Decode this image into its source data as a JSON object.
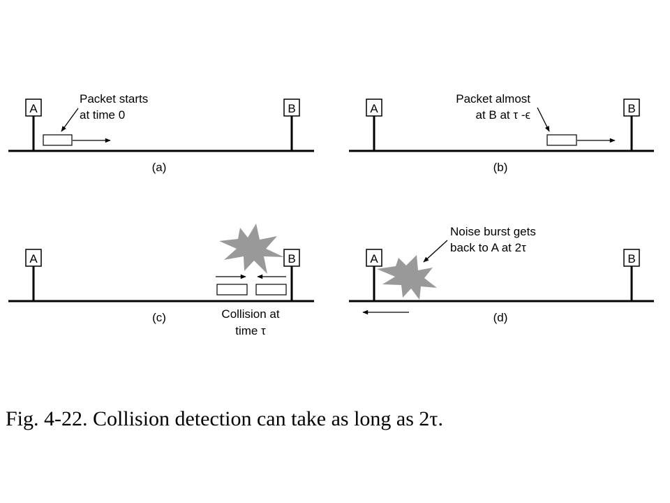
{
  "panels": {
    "a": {
      "station_a": "A",
      "station_b": "B",
      "annotation": [
        "Packet starts",
        "at time 0"
      ],
      "label": "(a)"
    },
    "b": {
      "station_a": "A",
      "station_b": "B",
      "annotation": [
        "Packet almost",
        "at B at τ -ϵ"
      ],
      "label": "(b)"
    },
    "c": {
      "station_a": "A",
      "station_b": "B",
      "annotation": [
        "Collision at",
        "time τ"
      ],
      "label": "(c)"
    },
    "d": {
      "station_a": "A",
      "station_b": "B",
      "annotation": [
        "Noise burst gets",
        "back to A  at 2τ"
      ],
      "label": "(d)"
    }
  },
  "caption": "Fig. 4-22. Collision detection can take as long as 2τ."
}
